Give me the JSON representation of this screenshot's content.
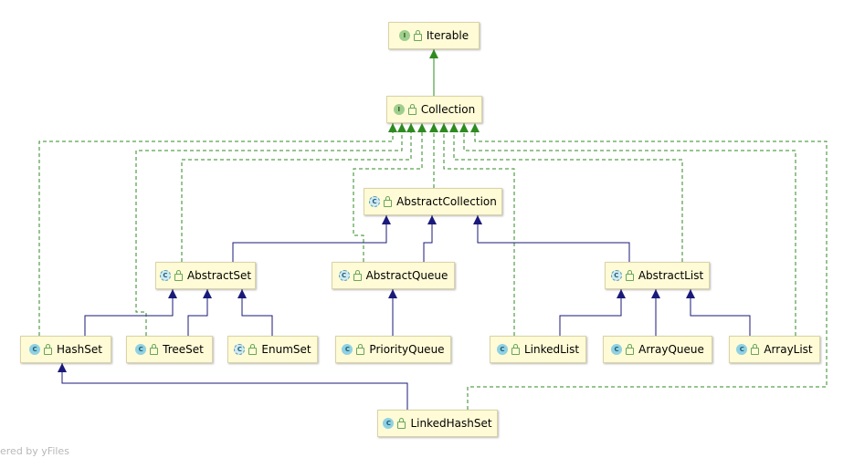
{
  "nodes": {
    "iterable": {
      "label": "Iterable",
      "kind": "I"
    },
    "collection": {
      "label": "Collection",
      "kind": "I"
    },
    "abstract_collection": {
      "label": "AbstractCollection",
      "kind": "C"
    },
    "abstract_set": {
      "label": "AbstractSet",
      "kind": "C"
    },
    "abstract_queue": {
      "label": "AbstractQueue",
      "kind": "C"
    },
    "abstract_list": {
      "label": "AbstractList",
      "kind": "C"
    },
    "hash_set": {
      "label": "HashSet",
      "kind": "C"
    },
    "tree_set": {
      "label": "TreeSet",
      "kind": "C"
    },
    "enum_set": {
      "label": "EnumSet",
      "kind": "C"
    },
    "priority_queue": {
      "label": "PriorityQueue",
      "kind": "C"
    },
    "linked_list": {
      "label": "LinkedList",
      "kind": "C"
    },
    "array_queue": {
      "label": "ArrayQueue",
      "kind": "C"
    },
    "array_list": {
      "label": "ArrayList",
      "kind": "C"
    },
    "linked_hash_set": {
      "label": "LinkedHashSet",
      "kind": "C"
    }
  },
  "colors": {
    "implements_edge": "#2e8b1f",
    "extends_edge": "#1a1a7a",
    "node_fill": "#fffbd6"
  },
  "watermark": "ered by yFiles"
}
